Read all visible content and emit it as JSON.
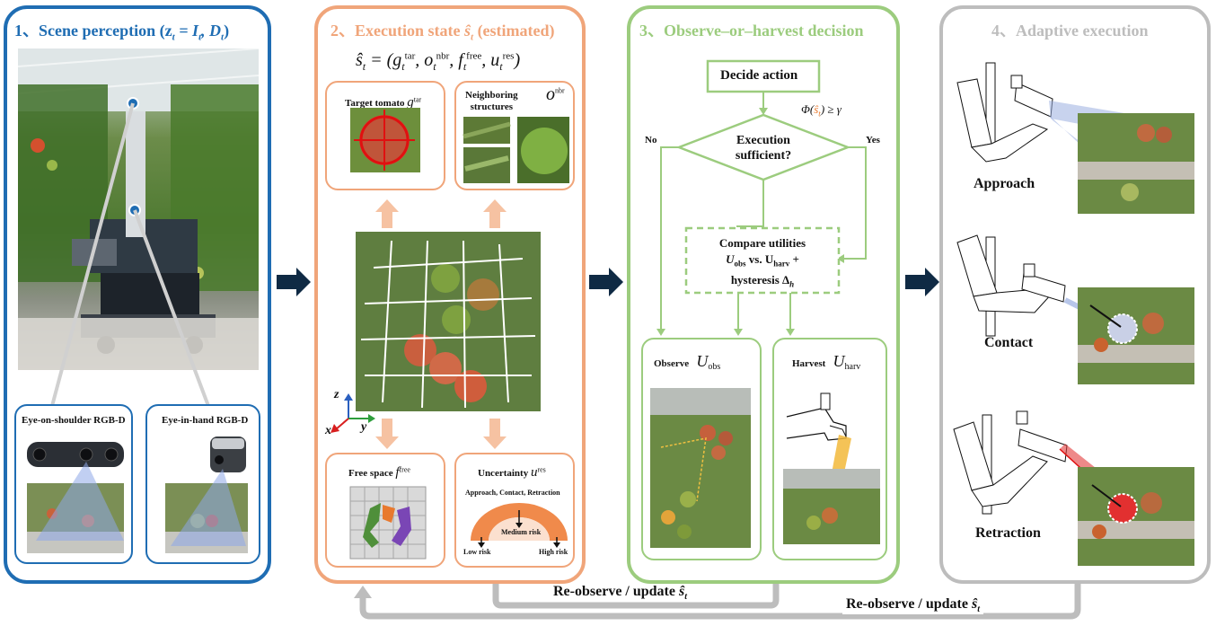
{
  "colors": {
    "panel1": "#1f6db3",
    "panel2": "#f0a57a",
    "panel3": "#9ccc7e",
    "panel4": "#bdbdbd",
    "arrow": "#0f2a44",
    "loop": "#bdbdbd",
    "risk": "#f08a4b"
  },
  "panel1": {
    "title": "1、Scene perception (z",
    "title_tail": " = I",
    "title_tail2": ", D",
    "title_close": ")",
    "sub_t": "t",
    "cam1": "Eye-on-shoulder RGB-D",
    "cam2": "Eye-in-hand RGB-D"
  },
  "panel2": {
    "title": "2、Execution state ",
    "title_state": "ŝ",
    "title_t": "t",
    "title_end": " (estimated)",
    "formula": "ŝ",
    "formula_eq": " = (g",
    "formula_o": ", o",
    "formula_f": ", f",
    "formula_u": ", u",
    "formula_close": ")",
    "tar": "tar",
    "nbr": "nbr",
    "free": "free",
    "res": "res",
    "target_label": "Target tomato",
    "target_sym": "g",
    "neighbor_label1": "Neighboring",
    "neighbor_label2": "structures",
    "neighbor_sym": "o",
    "free_label": "Free space",
    "free_sym": "f",
    "unc_label": "Uncertainty",
    "unc_sym": "u",
    "unc_sub": "Approach, Contact, Retraction",
    "low": "Low risk",
    "medium": "Medium",
    "medium_risk": "risk",
    "high": "High",
    "high_risk": "risk",
    "axis_x": "x",
    "axis_y": "y",
    "axis_z": "z"
  },
  "panel3": {
    "title": "3、Observe–or–harvest decision",
    "decide": "Decide action",
    "phi": "Φ(",
    "phi_s": "ŝ",
    "phi_close": ")  ≥  γ",
    "no": "No",
    "yes": "Yes",
    "diamond1": "Execution",
    "diamond2": "sufficient?",
    "compare1": "Compare utilities",
    "compare_u": "U",
    "compare_obs": "obs",
    "compare_vs": " vs. U",
    "compare_harv": "harv",
    "compare_plus": " +",
    "compare3": "hysteresis  Δ",
    "compare3_sub": "h",
    "observe": "Observe",
    "observe_u": "U",
    "observe_sub": "obs",
    "harvest": "Harvest",
    "harvest_u": "U",
    "harvest_sub": "harv"
  },
  "panel4": {
    "title": "4、Adaptive execution",
    "approach": "Approach",
    "contact": "Contact",
    "retraction": "Retraction"
  },
  "loops": {
    "inner": "Re-observe / update ",
    "inner_s": "ŝ",
    "outer": "Re-observe / update ",
    "outer_s": "ŝ",
    "t": "t"
  }
}
